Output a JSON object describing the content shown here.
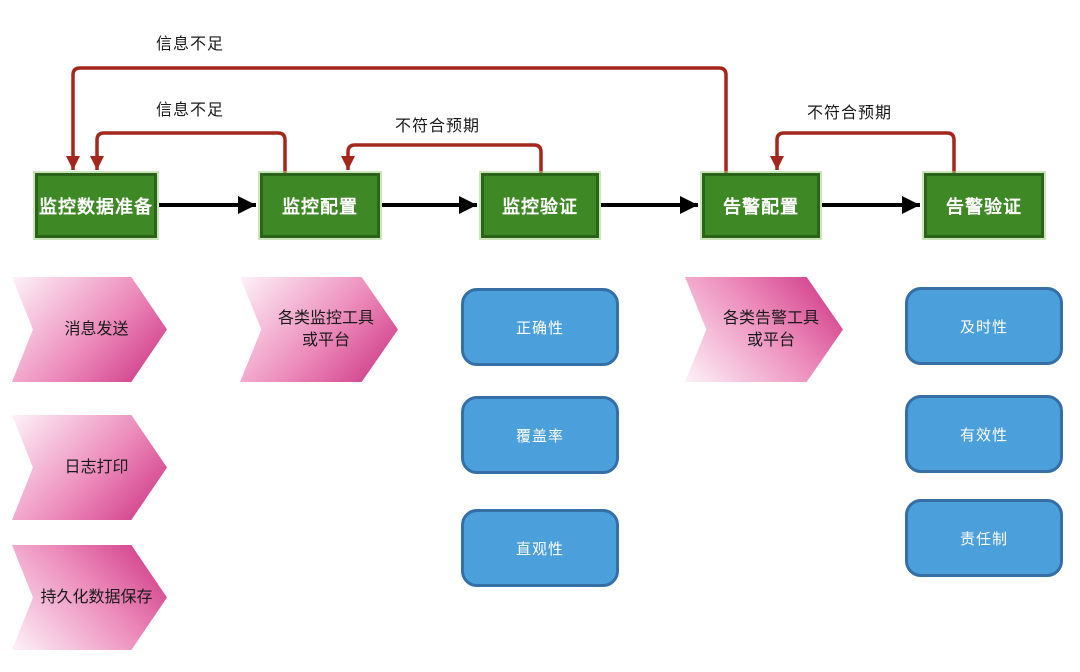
{
  "diagram": {
    "stages": [
      {
        "label": "监控数据准备"
      },
      {
        "label": "监控配置"
      },
      {
        "label": "监控验证"
      },
      {
        "label": "告警配置"
      },
      {
        "label": "告警验证"
      }
    ],
    "feedback_arrows": [
      {
        "label": "信息不足",
        "from": "告警配置",
        "to": "监控数据准备"
      },
      {
        "label": "信息不足",
        "from": "监控配置",
        "to": "监控数据准备"
      },
      {
        "label": "不符合预期",
        "from": "监控验证",
        "to": "监控配置"
      },
      {
        "label": "不符合预期",
        "from": "告警验证",
        "to": "告警配置"
      }
    ],
    "chevrons": [
      {
        "label": "消息发送"
      },
      {
        "label": "日志打印"
      },
      {
        "label": "持久化数据保存"
      },
      {
        "label": "各类监控工具\n或平台"
      },
      {
        "label": "各类告警工具\n或平台"
      }
    ],
    "cards": [
      {
        "label": "正确性"
      },
      {
        "label": "覆盖率"
      },
      {
        "label": "直观性"
      },
      {
        "label": "及时性"
      },
      {
        "label": "有效性"
      },
      {
        "label": "责任制"
      }
    ],
    "colors": {
      "stage_fill": "#3e8826",
      "stage_border": "#2b6418",
      "feedback_arrow": "#a3271d",
      "flow_arrow": "#000000",
      "card_fill": "#4b9fda",
      "card_border": "#356fa6",
      "chevron_dark": "#cb2e80",
      "chevron_light": "#fdf2f8"
    }
  }
}
